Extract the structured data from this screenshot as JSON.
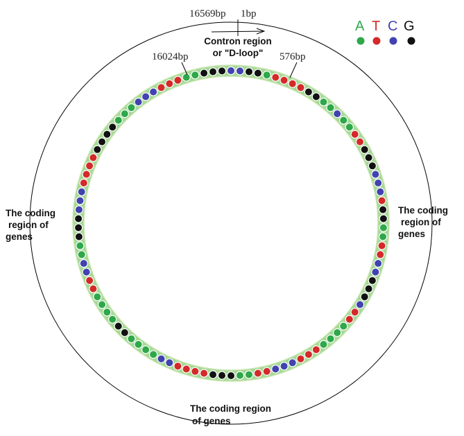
{
  "labels": {
    "top_left": "16569bp",
    "top_right": "1bp",
    "left_pos": "16024bp",
    "right_pos": "576bp",
    "dloop_line1": "Contron region",
    "dloop_line2": "or \"D-loop\"",
    "left_region": [
      "The coding",
      "region of",
      "genes"
    ],
    "right_region": [
      "The coding",
      "region of",
      "genes"
    ],
    "bottom_region": [
      "The coding region",
      "of genes"
    ]
  },
  "legend": [
    {
      "letter": "A",
      "color": "#2ea84a"
    },
    {
      "letter": "T",
      "color": "#d42a2a"
    },
    {
      "letter": "C",
      "color": "#4242b0"
    },
    {
      "letter": "G",
      "color": "#111111"
    }
  ],
  "colors": {
    "A": "#2ea84a",
    "T": "#d42a2a",
    "C": "#4242b0",
    "G": "#111111",
    "ring": "#8fcf7a"
  },
  "bead_sequence": "CCGGATTTTGGAACAATTGGGCCCTGGAATTCCGGGCTTAAAATTTCCCTTAAGGGTTTTCCAAAAGGAAAATTCCAAGGGCCCTTTTGGGGAAACCCTTTAAGGG"
}
